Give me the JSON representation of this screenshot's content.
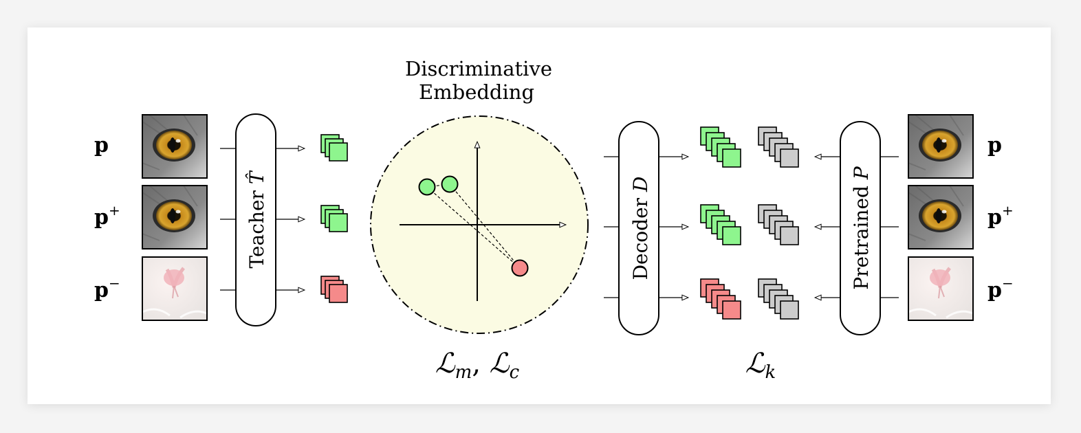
{
  "labels": {
    "title_line1": "Discriminative",
    "title_line2": "Embedding",
    "teacher": "Teacher ",
    "teacher_symbol": "T̂",
    "decoder": "Decoder ",
    "decoder_symbol": "D",
    "pretrained": "Pretrained ",
    "pretrained_symbol": "P",
    "loss_embedding": "ℒm, ℒc",
    "loss_embedding_a": "ℒ",
    "loss_embedding_a_sub": "m",
    "loss_embedding_sep": ", ",
    "loss_embedding_b": "ℒ",
    "loss_embedding_b_sub": "c",
    "loss_k": "ℒ",
    "loss_k_sub": "k"
  },
  "patches": {
    "base": "p",
    "plus_sup": "+",
    "minus_sup": "−",
    "items": [
      {
        "kind": "anchor",
        "image": "cat-eye"
      },
      {
        "kind": "positive",
        "image": "cat-eye"
      },
      {
        "kind": "negative",
        "image": "cat-nose"
      }
    ]
  },
  "colors": {
    "positive": "#8ef58e",
    "negative": "#f58a8a",
    "pretrained": "#cccccc",
    "embedding_bg": "#fbfbe3"
  }
}
